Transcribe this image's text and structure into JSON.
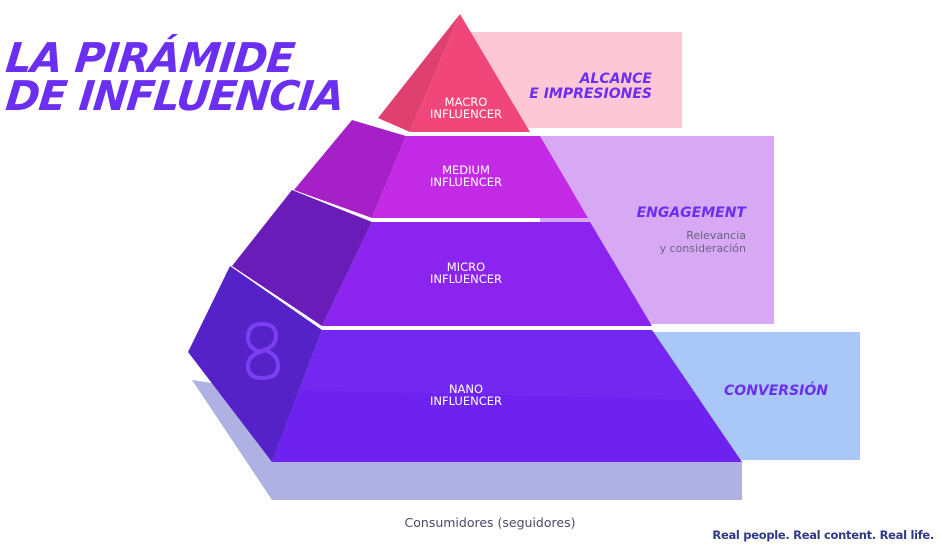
{
  "title": {
    "line1": "LA PIRÁMIDE",
    "line2": "DE INFLUENCIA"
  },
  "tiers": [
    {
      "line1": "MACRO",
      "line2": "INFLUENCER"
    },
    {
      "line1": "MEDIUM",
      "line2": "INFLUENCER"
    },
    {
      "line1": "MICRO",
      "line2": "INFLUENCER"
    },
    {
      "line1": "NANO",
      "line2": "INFLUENCER"
    }
  ],
  "bands": [
    {
      "label_line1": "ALCANCE",
      "label_line2": "E IMPRESIONES",
      "color": "#fdc7d6"
    },
    {
      "label": "ENGAGEMENT",
      "sublabel_line1": "Relevancia",
      "sublabel_line2": "y consideración",
      "color": "#d7a8f4"
    },
    {
      "label": "CONVERSIÓN",
      "color": "#a9c8f7"
    }
  ],
  "footer": {
    "caption": "Consumidores (seguidores)",
    "tagline": "Real people. Real content. Real life."
  },
  "colors": {
    "accent": "#6a2ff0",
    "macro": "#f0467a",
    "medium": "#c028e8",
    "micro": "#8b22ee",
    "nano": "#6a22ee",
    "shadow": "#a6a8df"
  },
  "icons": [
    "brand-logo-icon"
  ]
}
